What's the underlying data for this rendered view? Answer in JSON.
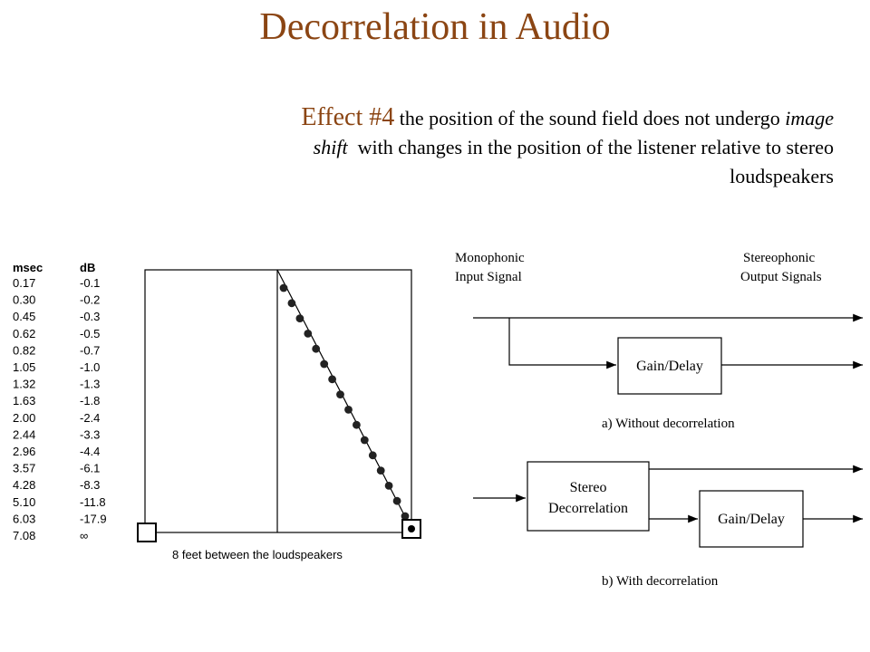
{
  "title": "Decorrelation in Audio",
  "effect": {
    "lead": "Effect #4",
    "line1": "the position of the sound field does not undergo",
    "line1_italic": "image",
    "line2_italic": "shift",
    "line2": "with changes in the position of the listener relative to stereo",
    "line3": "loudspeakers"
  },
  "delay_table": {
    "headers": [
      "msec",
      "dB"
    ],
    "msec": [
      "0.17",
      "0.30",
      "0.45",
      "0.62",
      "0.82",
      "1.05",
      "1.32",
      "1.63",
      "2.00",
      "2.44",
      "2.96",
      "3.57",
      "4.28",
      "5.10",
      "6.03",
      "7.08"
    ],
    "db": [
      "-0.1",
      "-0.2",
      "-0.3",
      "-0.5",
      "-0.7",
      "-1.0",
      "-1.3",
      "-1.8",
      "-2.4",
      "-3.3",
      "-4.4",
      "-6.1",
      "-8.3",
      "-11.8",
      "-17.9",
      "∞"
    ]
  },
  "listening_diagram": {
    "caption": "8 feet between the loudspeakers"
  },
  "block_diagram": {
    "input_label_1": "Monophonic",
    "input_label_2": "Input Signal",
    "output_label_1": "Stereophonic",
    "output_label_2": "Output Signals",
    "gain_delay_a": "Gain/Delay",
    "caption_a": "a) Without decorrelation",
    "stereo_1": "Stereo",
    "stereo_2": "Decorrelation",
    "gain_delay_b": "Gain/Delay",
    "caption_b": "b) With decorrelation"
  }
}
